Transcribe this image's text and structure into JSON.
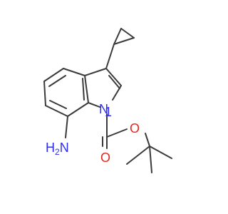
{
  "molecule": {
    "atoms": {
      "n1": {
        "symbol": "N",
        "number": "1",
        "color": "#2d2df0"
      },
      "amine_n": {
        "symbol": "N",
        "h": "H",
        "sub": "2",
        "color": "#2d2df0"
      },
      "o_carbonyl": {
        "symbol": "O",
        "color": "#e8261c"
      },
      "o_ester": {
        "symbol": "O",
        "color": "#e8261c"
      }
    },
    "bond_color": "#3a3a3a"
  }
}
